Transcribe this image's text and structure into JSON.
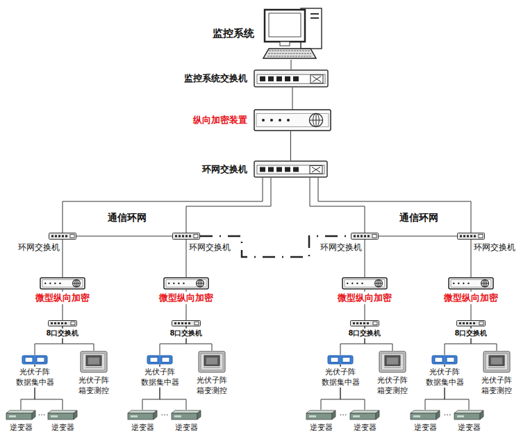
{
  "diagram": {
    "nodes": [
      {
        "text": [
          "监控系统"
        ]
      },
      {
        "text": [
          "监控系统交换机"
        ]
      },
      {
        "text": [
          "纵向加密装置"
        ]
      },
      {
        "text": [
          "环网交换机"
        ]
      },
      {
        "text": [
          "环网交换机"
        ]
      },
      {
        "text": [
          "微型纵向加密"
        ]
      },
      {
        "text": [
          "8口交换机"
        ]
      },
      {
        "text": [
          "光伏子阵 数据集中器"
        ]
      },
      {
        "text": [
          "光伏子阵 箱变测控"
        ]
      },
      {
        "text": [
          "逆变器"
        ]
      },
      {
        "text": [
          "逆变器"
        ]
      },
      {
        "text": [
          "环网交换机"
        ]
      },
      {
        "text": [
          "微型纵向加密"
        ]
      },
      {
        "text": [
          "8口交换机"
        ]
      },
      {
        "text": [
          "光伏子阵 数据集中器"
        ]
      },
      {
        "text": [
          "光伏子阵 箱变测控"
        ]
      },
      {
        "text": [
          "逆变器"
        ]
      },
      {
        "text": [
          "逆变器"
        ]
      },
      {
        "text": [
          "环网交换机"
        ]
      },
      {
        "text": [
          "微型纵向加密"
        ]
      },
      {
        "text": [
          "8口交换机"
        ]
      },
      {
        "text": [
          "光伏子阵 数据集中器"
        ]
      },
      {
        "text": [
          "光伏子阵 箱变测控"
        ]
      },
      {
        "text": [
          "逆变器"
        ]
      },
      {
        "text": [
          "逆变器"
        ]
      },
      {
        "text": [
          "环网交换机"
        ]
      },
      {
        "text": [
          "微型纵向加密"
        ]
      },
      {
        "text": [
          "8口交换机"
        ]
      },
      {
        "text": [
          "光伏子阵 数据集中器"
        ]
      },
      {
        "text": [
          "光伏子阵 箱变测控"
        ]
      },
      {
        "text": [
          "逆变器"
        ]
      },
      {
        "text": [
          "逆变器"
        ]
      }
    ],
    "edges": [
      {
        "from": 0,
        "to": 1,
        "arrow": "none"
      },
      {
        "from": 1,
        "to": 2,
        "arrow": "none"
      },
      {
        "from": 2,
        "to": 3,
        "arrow": "none"
      },
      {
        "from": 3,
        "to": 4,
        "arrow": "none"
      },
      {
        "from": 3,
        "to": 11,
        "arrow": "none"
      },
      {
        "from": 3,
        "to": 18,
        "arrow": "none"
      },
      {
        "from": 3,
        "to": 25,
        "arrow": "none"
      },
      {
        "from": 4,
        "to": 11,
        "arrow": "none"
      },
      {
        "from": 11,
        "to": 18,
        "arrow": "none"
      },
      {
        "from": 18,
        "to": 25,
        "arrow": "none"
      },
      {
        "from": 4,
        "to": 5,
        "arrow": "none"
      },
      {
        "from": 5,
        "to": 6,
        "arrow": "none"
      },
      {
        "from": 6,
        "to": 7,
        "arrow": "none"
      },
      {
        "from": 6,
        "to": 8,
        "arrow": "none"
      },
      {
        "from": 7,
        "to": 9,
        "arrow": "none"
      },
      {
        "from": 7,
        "to": 10,
        "arrow": "none"
      },
      {
        "from": 11,
        "to": 12,
        "arrow": "none"
      },
      {
        "from": 12,
        "to": 13,
        "arrow": "none"
      },
      {
        "from": 13,
        "to": 14,
        "arrow": "none"
      },
      {
        "from": 13,
        "to": 15,
        "arrow": "none"
      },
      {
        "from": 14,
        "to": 16,
        "arrow": "none"
      },
      {
        "from": 14,
        "to": 17,
        "arrow": "none"
      },
      {
        "from": 18,
        "to": 19,
        "arrow": "none"
      },
      {
        "from": 19,
        "to": 20,
        "arrow": "none"
      },
      {
        "from": 20,
        "to": 21,
        "arrow": "none"
      },
      {
        "from": 20,
        "to": 22,
        "arrow": "none"
      },
      {
        "from": 21,
        "to": 23,
        "arrow": "none"
      },
      {
        "from": 21,
        "to": 24,
        "arrow": "none"
      },
      {
        "from": 25,
        "to": 26,
        "arrow": "none"
      },
      {
        "from": 26,
        "to": 27,
        "arrow": "none"
      },
      {
        "from": 27,
        "to": 28,
        "arrow": "none"
      },
      {
        "from": 27,
        "to": 29,
        "arrow": "none"
      },
      {
        "from": 28,
        "to": 30,
        "arrow": "none"
      },
      {
        "from": 28,
        "to": 31,
        "arrow": "none"
      }
    ],
    "labels": [
      "通信环网",
      "通信环网",
      "…",
      "…",
      "…",
      "…"
    ]
  }
}
